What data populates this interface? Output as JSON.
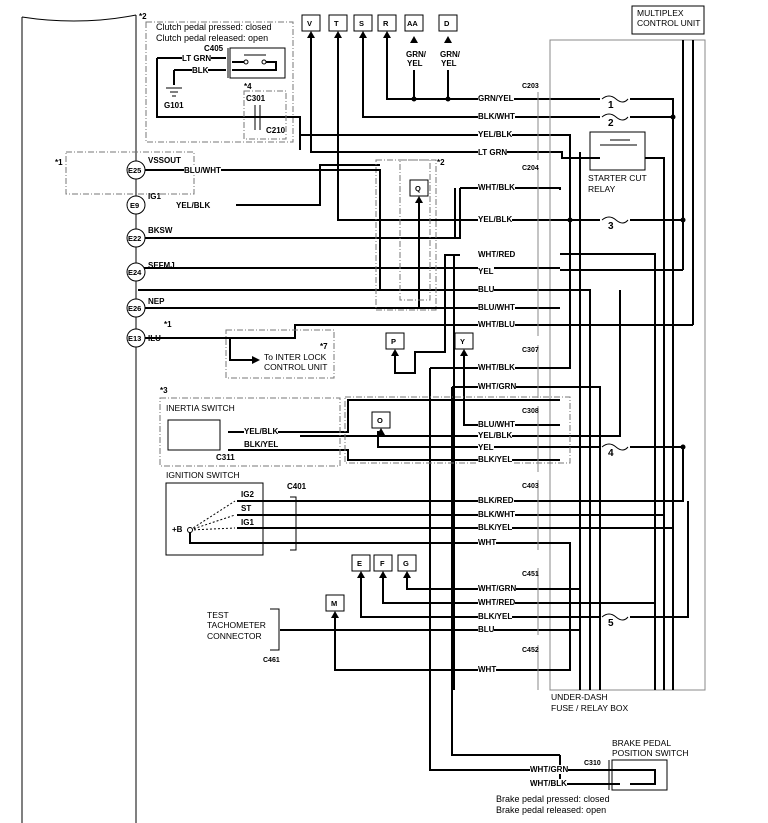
{
  "ecm": {
    "pins": [
      {
        "id": "E25",
        "signal": "VSSOUT",
        "wire": "BLU/WHT"
      },
      {
        "id": "E9",
        "signal": "IG1",
        "wire": "YEL/BLK"
      },
      {
        "id": "E22",
        "signal": "BKSW",
        "wire": ""
      },
      {
        "id": "E24",
        "signal": "SEFMJ",
        "wire": ""
      },
      {
        "id": "E26",
        "signal": "NEP",
        "wire": ""
      },
      {
        "id": "E13",
        "signal": "ILU",
        "wire": "",
        "note": "*1"
      }
    ],
    "note1": "*1"
  },
  "clutch": {
    "note": "*2",
    "line1": "Clutch pedal pressed: closed",
    "line2": "Clutch pedal released: open",
    "connector": "C405",
    "wire1": "LT GRN",
    "wire2": "BLK",
    "ground": "G101",
    "note4": "*4",
    "c301": "C301",
    "c210": "C210"
  },
  "top_connectors": [
    {
      "label": "V"
    },
    {
      "label": "T"
    },
    {
      "label": "S"
    },
    {
      "label": "R"
    },
    {
      "label": "AA",
      "wire": "GRN/ YEL"
    },
    {
      "label": "D",
      "wire": "GRN/ YEL"
    }
  ],
  "grn_yel_1": "GRN/",
  "grn_yel_2": "YEL",
  "multiplex": {
    "line1": "MULTIPLEX",
    "line2": "CONTROL UNIT"
  },
  "fusebox": {
    "line1": "UNDER-DASH",
    "line2": "FUSE / RELAY BOX",
    "fuses": [
      "1",
      "2",
      "3",
      "4",
      "5"
    ],
    "relay_line1": "STARTER CUT",
    "relay_line2": "RELAY"
  },
  "c203": {
    "label": "C203",
    "wires": [
      "GRN/YEL",
      "BLK/WHT",
      "YEL/BLK",
      "LT GRN"
    ]
  },
  "c204": {
    "label": "C204",
    "wires": [
      "WHT/BLK",
      "YEL/BLK",
      "WHT/RED",
      "YEL",
      "BLU",
      "BLU/WHT",
      "WHT/BLU"
    ]
  },
  "c307": {
    "label": "C307",
    "wires": [
      "WHT/BLK",
      "WHT/GRN"
    ]
  },
  "c308": {
    "label": "C308",
    "wires": [
      "BLU/WHT",
      "YEL/BLK",
      "YEL",
      "BLK/YEL"
    ]
  },
  "c403": {
    "label": "C403",
    "wires": [
      "BLK/RED",
      "BLK/WHT",
      "BLK/YEL",
      "WHT"
    ]
  },
  "c451": {
    "label": "C451",
    "wires": [
      "WHT/GRN",
      "WHT/RED",
      "BLK/YEL",
      "BLU"
    ]
  },
  "c452": {
    "label": "C452",
    "wires": [
      "WHT"
    ]
  },
  "mid_connectors": {
    "Q": "Q",
    "P": "P",
    "Y": "Y",
    "O": "O",
    "E": "E",
    "F": "F",
    "G": "G",
    "M": "M"
  },
  "note2b": "*2",
  "interlock": {
    "note": "*7",
    "line1": "To INTER LOCK",
    "line2": "CONTROL UNIT"
  },
  "inertia": {
    "note": "*3",
    "title": "INERTIA SWITCH",
    "connector": "C311",
    "wire1": "YEL/BLK",
    "wire2": "BLK/YEL"
  },
  "ignition": {
    "title": "IGNITION SWITCH",
    "connector": "C401",
    "terminals": [
      "IG2",
      "ST",
      "IG1"
    ],
    "battery": "+B"
  },
  "tacho": {
    "line1": "TEST",
    "line2": "TACHOMETER",
    "line3": "CONNECTOR",
    "connector": "C461"
  },
  "brake": {
    "line1": "BRAKE PEDAL",
    "line2": "POSITION SWITCH",
    "connector": "C310",
    "wire1": "WHT/GRN",
    "wire2": "WHT/BLK",
    "state1": "Brake pedal pressed: closed",
    "state2": "Brake pedal released: open"
  }
}
